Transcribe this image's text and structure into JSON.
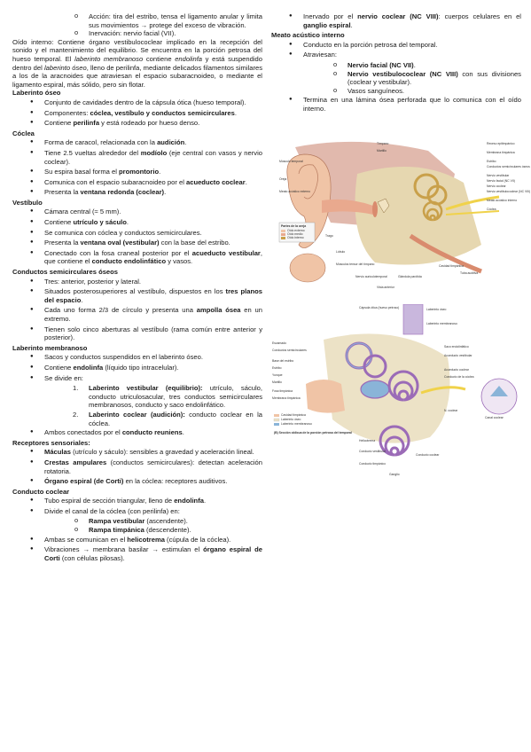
{
  "left": {
    "top_subs": [
      "Acción: tira del estribo, tensa el ligamento anular y limita sus movimientos → protege del exceso de vibración.",
      "Inervación: nervio facial (VII)."
    ],
    "oido_interno": {
      "lead": "Oído interno:",
      "text1": " Contiene órgano vestibulococlear implicado en la recepción del sonido y el mantenimiento del equilibrio. Se encuentra en la porción petrosa del hueso temporal. El ",
      "laberinto_membranoso": "laberinto membranoso",
      "text2": " contiene ",
      "endolinfa": "endolinfa",
      "text3": " y está suspendido dentro del ",
      "laberinto_oseo": "laberinto óseo",
      "text4": ", lleno de perilinfa, mediante delicados filamentos similares a los de la aracnoides que atraviesan el espacio subaracnoideo, o mediante el ligamento espiral, más sólido, pero sin flotar."
    },
    "laberinto_oseo": {
      "heading": "Laberinto óseo",
      "items": [
        {
          "text": "Conjunto de cavidades dentro de la cápsula ótica (hueso temporal)."
        },
        {
          "pre": "Componentes: ",
          "bold": "cóclea, vestíbulo y conductos semicirculares",
          "post": "."
        },
        {
          "pre": "Contiene ",
          "bold": "perilinfa",
          "post": " y está rodeado por hueso denso."
        }
      ]
    },
    "coclea": {
      "heading": "Cóclea",
      "items": [
        {
          "pre": "Forma de caracol, relacionada con la ",
          "bold": "audición",
          "post": "."
        },
        {
          "pre": "Tiene 2.5 vueltas alrededor del ",
          "bold": "modíolo",
          "post": " (eje central con vasos y nervio coclear)."
        },
        {
          "pre": "Su espira basal forma el ",
          "bold": "promontorio",
          "post": "."
        },
        {
          "pre": "Comunica con el espacio subaracnoideo por el ",
          "bold": "acueducto coclear",
          "post": "."
        },
        {
          "pre": "Presenta la ",
          "bold": "ventana redonda (coclear)",
          "post": "."
        }
      ]
    },
    "vestibulo": {
      "heading": "Vestíbulo",
      "items": [
        {
          "text": "Cámara central (≈ 5 mm)."
        },
        {
          "pre": "Contiene ",
          "bold": "utrículo y sáculo",
          "post": "."
        },
        {
          "text": "Se comunica con cóclea y conductos semicirculares."
        },
        {
          "pre": "Presenta la ",
          "bold": "ventana oval (vestibular)",
          "post": " con la base del estribo."
        },
        {
          "pre": "Conectado con la fosa craneal posterior por el ",
          "bold": "acueducto vestibular",
          "post": ", que contiene el ",
          "bold2": "conducto endolinfático",
          "post2": " y vasos."
        }
      ]
    },
    "conductos": {
      "heading": "Conductos semicirculares óseos",
      "items": [
        {
          "text": "Tres: anterior, posterior y lateral."
        },
        {
          "pre": "Situados posterosuperiores al vestíbulo, dispuestos en los ",
          "bold": "tres planos del espacio",
          "post": "."
        },
        {
          "pre": "Cada uno forma 2/3 de círculo y presenta una ",
          "bold": "ampolla ósea",
          "post": " en un extremo."
        },
        {
          "text": "Tienen solo cinco aberturas al vestíbulo (rama común entre anterior y posterior)."
        }
      ]
    },
    "laberinto_membranoso": {
      "heading": "Laberinto membranoso",
      "items": [
        {
          "text": "Sacos y conductos suspendidos en el laberinto óseo."
        },
        {
          "pre": "Contiene ",
          "bold": "endolinfa",
          "post": " (líquido tipo intracelular)."
        },
        {
          "text": "Se divide en:"
        }
      ],
      "subitems": [
        {
          "num": "1.",
          "bold": "Laberinto vestibular (equilibrio):",
          "post": " utrículo, sáculo, conducto utriculosacular, tres conductos semicirculares membranosos, conducto y saco endolinfático."
        },
        {
          "num": "2.",
          "bold": "Laberinto coclear (audición):",
          "post": " conducto coclear en la cóclea."
        }
      ],
      "last": {
        "pre": "Ambos conectados por el ",
        "bold": "conducto reuniens",
        "post": "."
      }
    },
    "receptores": {
      "heading": "Receptores sensoriales:",
      "items": [
        {
          "bold": "Máculas",
          "post": " (utrículo y sáculo): sensibles a gravedad y aceleración lineal."
        },
        {
          "bold": "Crestas ampulares",
          "post": " (conductos semicirculares): detectan aceleración rotatoria."
        },
        {
          "bold": "Órgano espiral (de Corti)",
          "post": " en la cóclea: receptores auditivos."
        }
      ]
    },
    "conducto_coclear": {
      "heading": "Conducto coclear",
      "items": [
        {
          "pre": "Tubo espiral de sección triangular, lleno de ",
          "bold": "endolinfa",
          "post": "."
        },
        {
          "text": "Divide el canal de la cóclea (con perilinfa) en:"
        }
      ],
      "subitems": [
        {
          "bold": "Rampa vestibular",
          "post": " (ascendente)."
        },
        {
          "bold": "Rampa timpánica",
          "post": " (descendente)."
        }
      ],
      "items2": [
        {
          "pre": "Ambas se comunican en el ",
          "bold": "helicotrema",
          "post": " (cúpula de la cóclea)."
        },
        {
          "pre": "Vibraciones → membrana basilar → estimulan el ",
          "bold": "órgano espiral de Corti",
          "post": " (con células pilosas)."
        }
      ]
    }
  },
  "right": {
    "top_item": {
      "pre": "Inervado por el ",
      "bold": "nervio coclear (NC VIII)",
      "mid": ": cuerpos celulares en el ",
      "bold2": "ganglio espiral",
      "post": "."
    },
    "meato": {
      "heading": "Meato acústico interno",
      "items": [
        {
          "text": "Conducto en la porción petrosa del temporal."
        },
        {
          "text": "Atraviesan:"
        }
      ],
      "subitems": [
        {
          "bold": "Nervio facial (NC VII)",
          "post": "."
        },
        {
          "bold": "Nervio vestibulococlear (NC VIII)",
          "post": " con sus divisiones (coclear y vestibular)."
        },
        {
          "text": "Vasos sanguíneos."
        }
      ],
      "last": {
        "text": "Termina en una lámina ósea perforada que lo comunica con el oído interno."
      }
    },
    "fig1": {
      "labels_left": [
        "Músculo temporal",
        "Oreja",
        "Meato acústico externo",
        "Trago",
        "Lóbulo"
      ],
      "labels_right": [
        "Tímpano",
        "Martillo",
        "Receso epitimpánico",
        "Membrana timpánica",
        "Estribo",
        "Conductos semicirculares óseos",
        "Nervio vestibular",
        "Nervio facial (NC VII)",
        "Nervio coclear",
        "Nervio vestibulococlear (NC VIII)",
        "Meato acústico interno",
        "Cóclea"
      ],
      "legend_title": "Partes de la oreja",
      "legend": [
        "Oído externo",
        "Oído medio",
        "Oído interno"
      ],
      "labels_bottom": [
        "Músculos tensor del tímpano",
        "Nervio auriculotemporal",
        "Glándula parótida",
        "Cavidad timpánica",
        "Tuba auditiva"
      ],
      "caption": "Vista anterior"
    },
    "fig2": {
      "labels_top": [
        "Cápsula ótica (hueso petroso)",
        "Laberinto óseo",
        "Laberinto membranoso"
      ],
      "labels_left": [
        "Escamado",
        "Conductos semicirculares",
        "Base del estribo",
        "Estribo",
        "Yunque",
        "Martillo",
        "Fosa timpánica",
        "Membrana timpánica"
      ],
      "labels_right": [
        "Saco endolinfático",
        "Acueducto vestibular",
        "Acueducto coclear",
        "Conducto de la cóclea",
        "N. coclear",
        "Canal coclear"
      ],
      "legend": [
        "Cavidad timpánica",
        "Laberinto óseo",
        "Laberinto membranoso"
      ],
      "caption": "(B) Sección oblicua de la porción petrosa del temporal",
      "labels_bottom": [
        "Helicotrema",
        "Conducto vestibular",
        "Conducto coclear",
        "Conducto timpánico",
        "Ganglio"
      ]
    }
  },
  "colors": {
    "text": "#1a1a1a",
    "skin": "#f0c4a6",
    "bone": "#e6d7b0",
    "inner": "#c9a04a",
    "nerve": "#f0d24a",
    "lab_blue": "#8ab4d8",
    "lab_purple": "#9b6bb7"
  }
}
